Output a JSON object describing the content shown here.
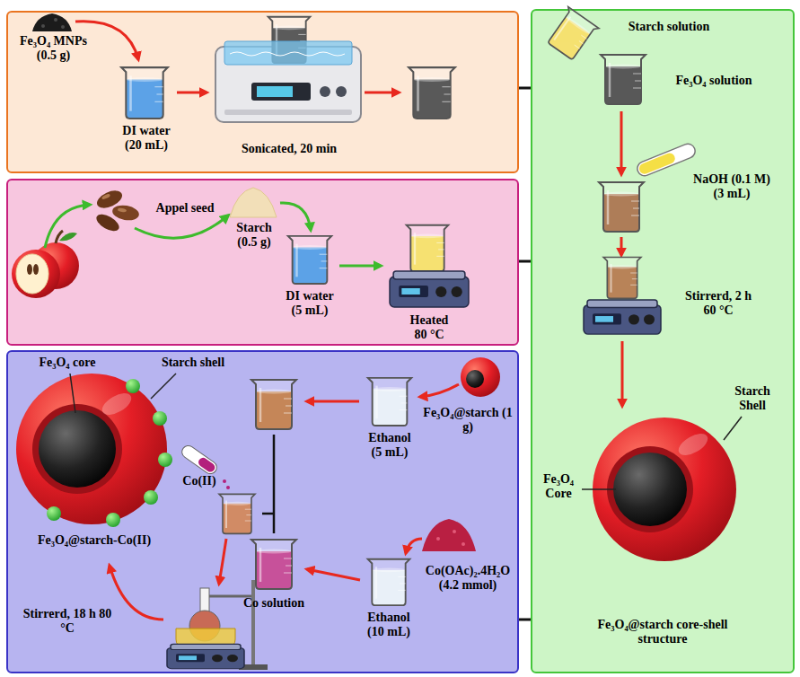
{
  "diagram": {
    "nodes": [
      {
        "text": [
          "Fe₃O₄ MNPs (0.5 g)",
          "DI water (20 mL)",
          "Sonicated, 20 min"
        ]
      },
      {
        "text": [
          "Appel seed",
          "Starch (0.5 g)",
          "DI water (5 mL)",
          "Heated 80 °C"
        ]
      },
      {
        "text": [
          "Fe₃O₄ core",
          "Starch shell",
          "Co(II)",
          "Fe₃O₄@starch-Co(II)",
          "Fe₃O₄@starch (1 g)",
          "Ethanol (5 mL)",
          "Co(OAc)₂.4H₂O (4.2 mmol)",
          "Ethanol (10 mL)",
          "Co solution",
          "Stirrerd, 18 h 80 °C"
        ]
      },
      {
        "text": [
          "Starch solution",
          "Fe₃O₄ solution",
          "NaOH (0.1 M) (3 mL)",
          "Stirrerd, 2 h 60 °C",
          "Fe₃O₄ Core",
          "Starch Shell",
          "Fe₃O₄@starch core-shell structure"
        ]
      }
    ],
    "edges": [
      {
        "from": 0,
        "to": 3,
        "arrow": "none"
      },
      {
        "from": 1,
        "to": 3,
        "arrow": "none"
      },
      {
        "from": 2,
        "to": 3,
        "arrow": "none"
      }
    ]
  }
}
